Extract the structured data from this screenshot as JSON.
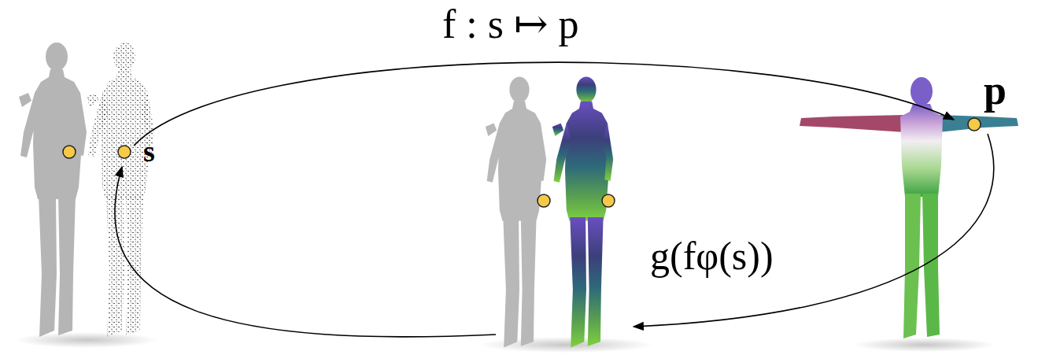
{
  "diagram": {
    "labels": [
      "f : s ↦ p",
      "p",
      "s",
      "g(fφ(s))"
    ]
  }
}
